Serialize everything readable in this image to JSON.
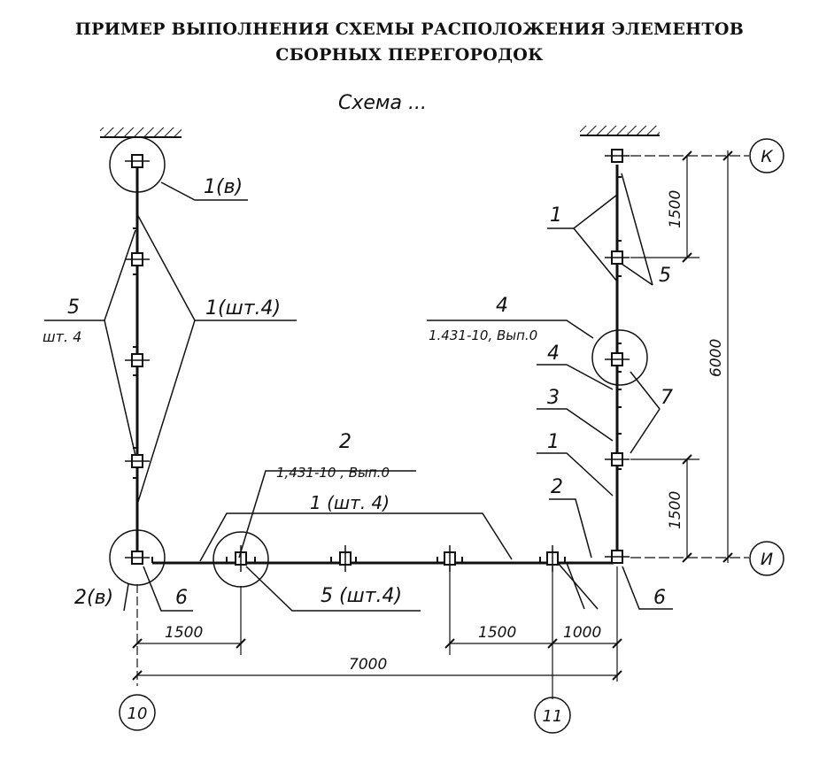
{
  "title": {
    "line1": "ПРИМЕР ВЫПОЛНЕНИЯ СХЕМЫ РАСПОЛОЖЕНИЯ ЭЛЕМЕНТОВ",
    "line2": "СБОРНЫХ ПЕРЕГОРОДОК"
  },
  "scheme_caption": "Схема ...",
  "callouts": {
    "c1v": "1(в)",
    "c1_sht4_left": "1(шт.4)",
    "c5_left": "5",
    "c_sht4_left": "шт. 4",
    "c2_top": "2",
    "c2_top_ref": "1,431-10 , Вып.0",
    "c1_sht4_bottom": "1 (шт. 4)",
    "c5_sht4_bottom": "5 (шт.4)",
    "c2v": "2(в)",
    "c6_left": "6",
    "c1_right_top": "1",
    "c5_right": "5",
    "c4_right_top": "4",
    "c4_right_ref": "1.431-10, Вып.0",
    "c4_right": "4",
    "c3_right": "3",
    "c7_right": "7",
    "c1_right_lower": "1",
    "c2_right": "2",
    "c6_right": "6"
  },
  "dimensions": {
    "d_1500_bottom_left": "1500",
    "d_1500_bottom_right": "1500",
    "d_1000": "1000",
    "d_7000": "7000",
    "d_1500_right_top": "1500",
    "d_1500_right_bottom": "1500",
    "d_6000": "6000"
  },
  "axes": {
    "a_K": "К",
    "a_I": "И",
    "a_10": "10",
    "a_11": "11"
  }
}
